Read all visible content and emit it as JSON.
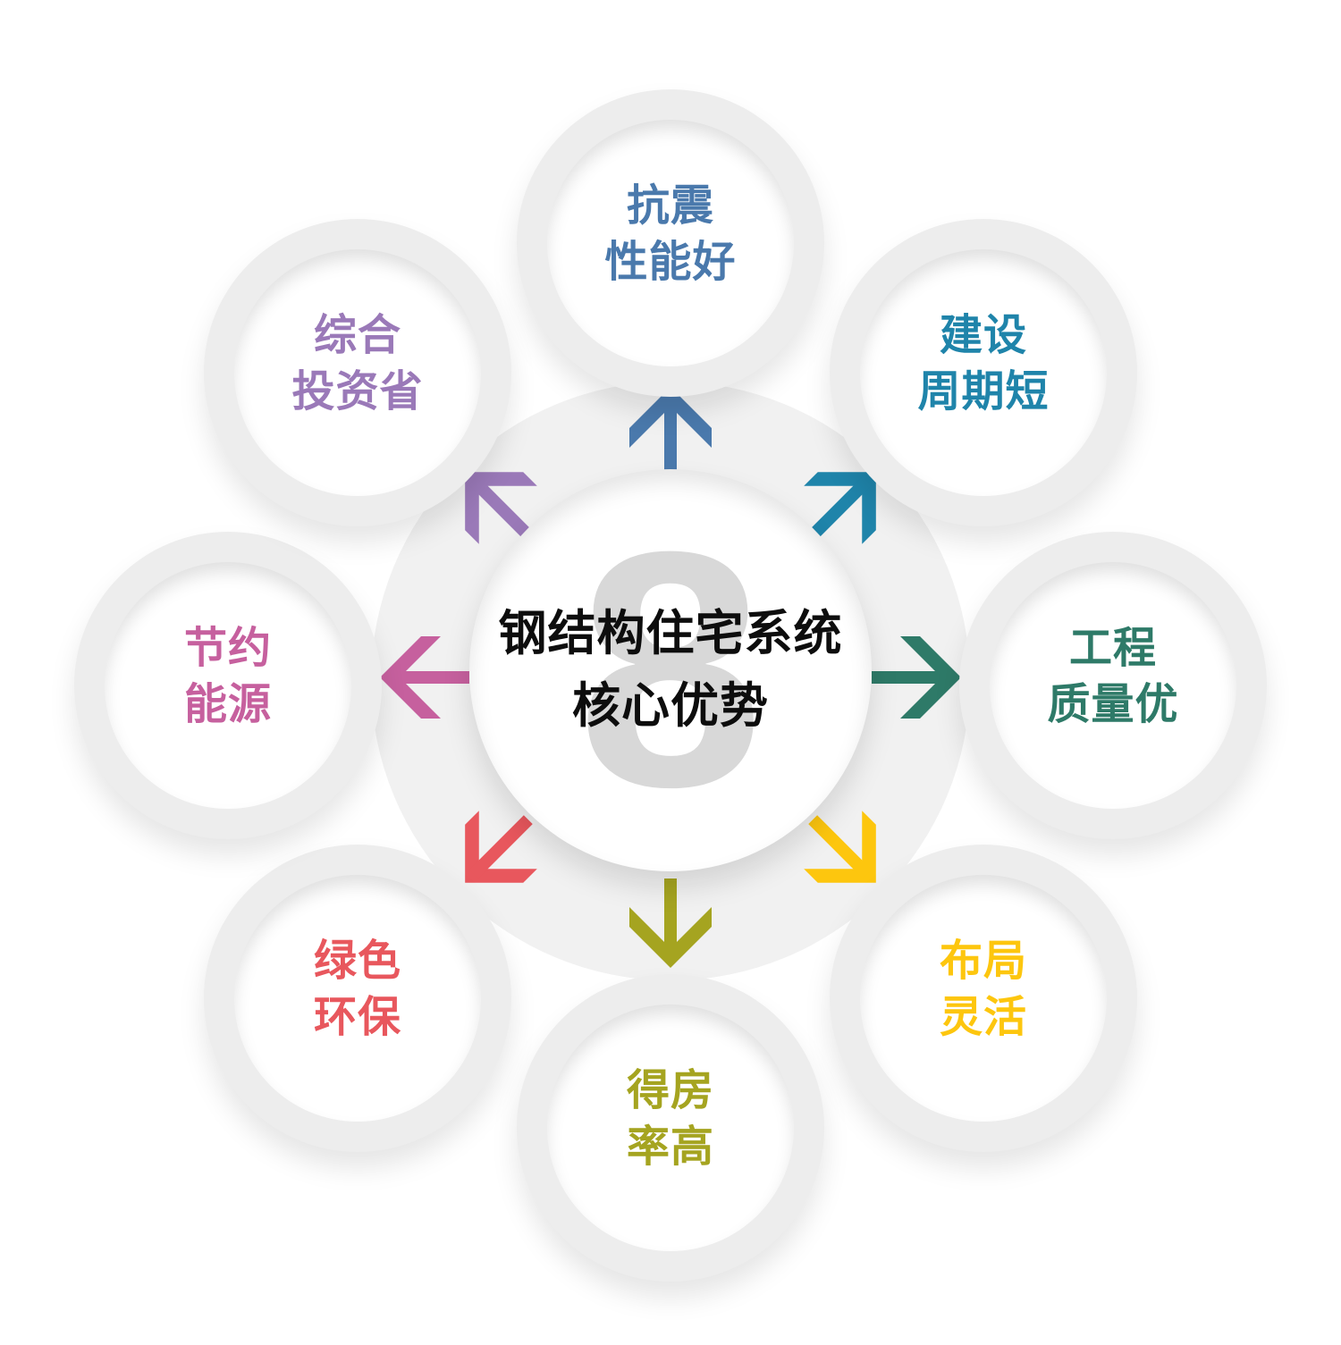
{
  "center": {
    "watermark_number": "8",
    "title_line1": "钢结构住宅系统",
    "title_line2": "核心优势",
    "title_color": "#0d0d0d",
    "watermark_color": "#d8d8d8"
  },
  "spokes": [
    {
      "position": "top",
      "label_line1": "抗震",
      "label_line2": "性能好",
      "color": "#4a79ac"
    },
    {
      "position": "top-right",
      "label_line1": "建设",
      "label_line2": "周期短",
      "color": "#1f84aa"
    },
    {
      "position": "right",
      "label_line1": "工程",
      "label_line2": "质量优",
      "color": "#2e7a68"
    },
    {
      "position": "bottom-right",
      "label_line1": "布局",
      "label_line2": "灵活",
      "color": "#fdc60e"
    },
    {
      "position": "bottom",
      "label_line1": "得房",
      "label_line2": "率高",
      "color": "#a5a420"
    },
    {
      "position": "bottom-left",
      "label_line1": "绿色",
      "label_line2": "环保",
      "color": "#e8575d"
    },
    {
      "position": "left",
      "label_line1": "节约",
      "label_line2": "能源",
      "color": "#c6609e"
    },
    {
      "position": "top-left",
      "label_line1": "综合",
      "label_line2": "投资省",
      "color": "#9a79b8"
    }
  ],
  "palette": {
    "background": "#ffffff",
    "hub_disc": "#f1f1f1",
    "node_ring": "#ededed",
    "node_fill": "#ffffff"
  }
}
